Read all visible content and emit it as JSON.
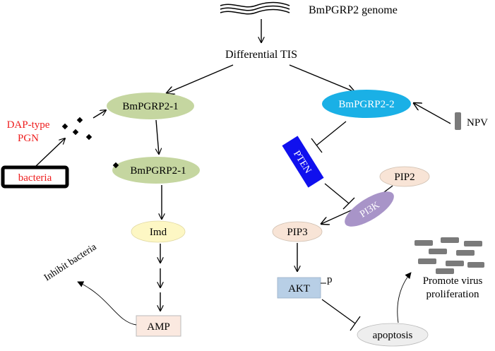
{
  "top": {
    "genome_label": "BmPGRP2 genome",
    "tis_label": "Differential TIS"
  },
  "left_pathway": {
    "bmpgrp2_1": "BmPGRP2-1",
    "bmpgrp2_1_bound": "BmPGRP2-1",
    "ligand_label_line1": "DAP-type",
    "ligand_label_line2": "PGN",
    "bacteria": "bacteria",
    "imd": "Imd",
    "amp": "AMP",
    "inhibit": "Inhibit bacteria"
  },
  "right_pathway": {
    "bmpgrp2_2": "BmPGRP2-2",
    "npv": "NPV",
    "pten": "PTEN",
    "pip2": "PIP2",
    "pi3k": "PI3K",
    "pip3": "PIP3",
    "akt": "AKT",
    "phospho": "p",
    "apoptosis": "apoptosis",
    "promote_line1": "Promote virus",
    "promote_line2": "proliferation"
  },
  "colors": {
    "bmpgrp2_1_fill": "#c5d6a0",
    "bmpgrp2_2_fill": "#1ab0e6",
    "pten_fill": "#1010ee",
    "pip_fill": "#f8e4d6",
    "pi3k_fill": "#a894c8",
    "imd_fill": "#fdf7c4",
    "akt_fill": "#b8cfe6",
    "amp_fill": "#fbe9e0",
    "apoptosis_fill": "#eeeeee",
    "pgn_text": "#ee1c1c",
    "virus_rod": "#7a7a7a"
  }
}
